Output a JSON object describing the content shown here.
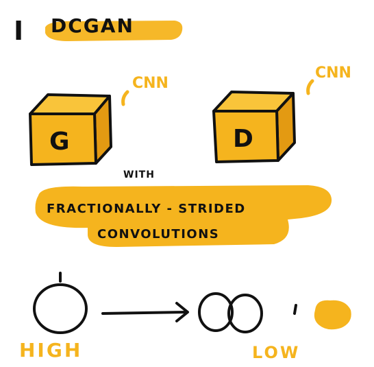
{
  "title": {
    "number": "I",
    "label": "DCGAN"
  },
  "generator": {
    "letter": "G",
    "annotation": "CNN"
  },
  "discriminator": {
    "letter": "D",
    "annotation": "CNN"
  },
  "connector": "WITH",
  "highlight": {
    "line1": "FRACTIONALLY - STRIDED",
    "line2": "CONVOLUTIONS"
  },
  "labels": {
    "high": "HIGH",
    "low": "LOW"
  },
  "colors": {
    "accent": "#F5B41E",
    "ink": "#111111",
    "cube_top": "#F9C43A",
    "cube_side": "#E39A12"
  },
  "icons": {
    "arrow": "right-arrow-icon",
    "single_circle": "single-circle-icon",
    "overlapping_circles": "overlapping-circles-icon",
    "blob": "yellow-blob-icon"
  }
}
